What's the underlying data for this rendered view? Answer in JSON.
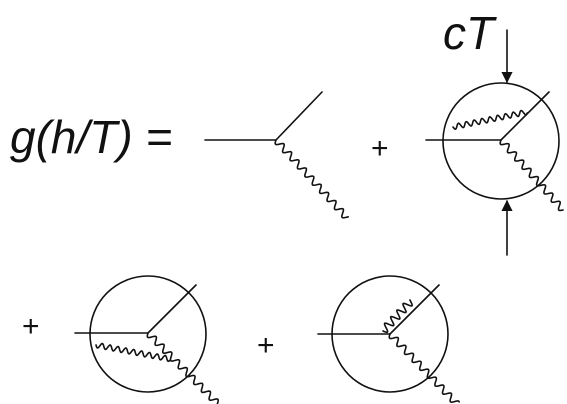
{
  "equation": {
    "lhs": "g(h/T) =",
    "plus": [
      "+",
      "+",
      "+"
    ],
    "insertion_label": "cT"
  },
  "diagrams": [
    {
      "id": "tree-vertex",
      "loop": false
    },
    {
      "id": "one-loop-ct-insertion",
      "loop": true
    },
    {
      "id": "one-loop-vertex-correction",
      "loop": true
    },
    {
      "id": "one-loop-self-energy",
      "loop": true
    }
  ],
  "colors": {
    "ink": "#111111",
    "background": "#ffffff"
  }
}
